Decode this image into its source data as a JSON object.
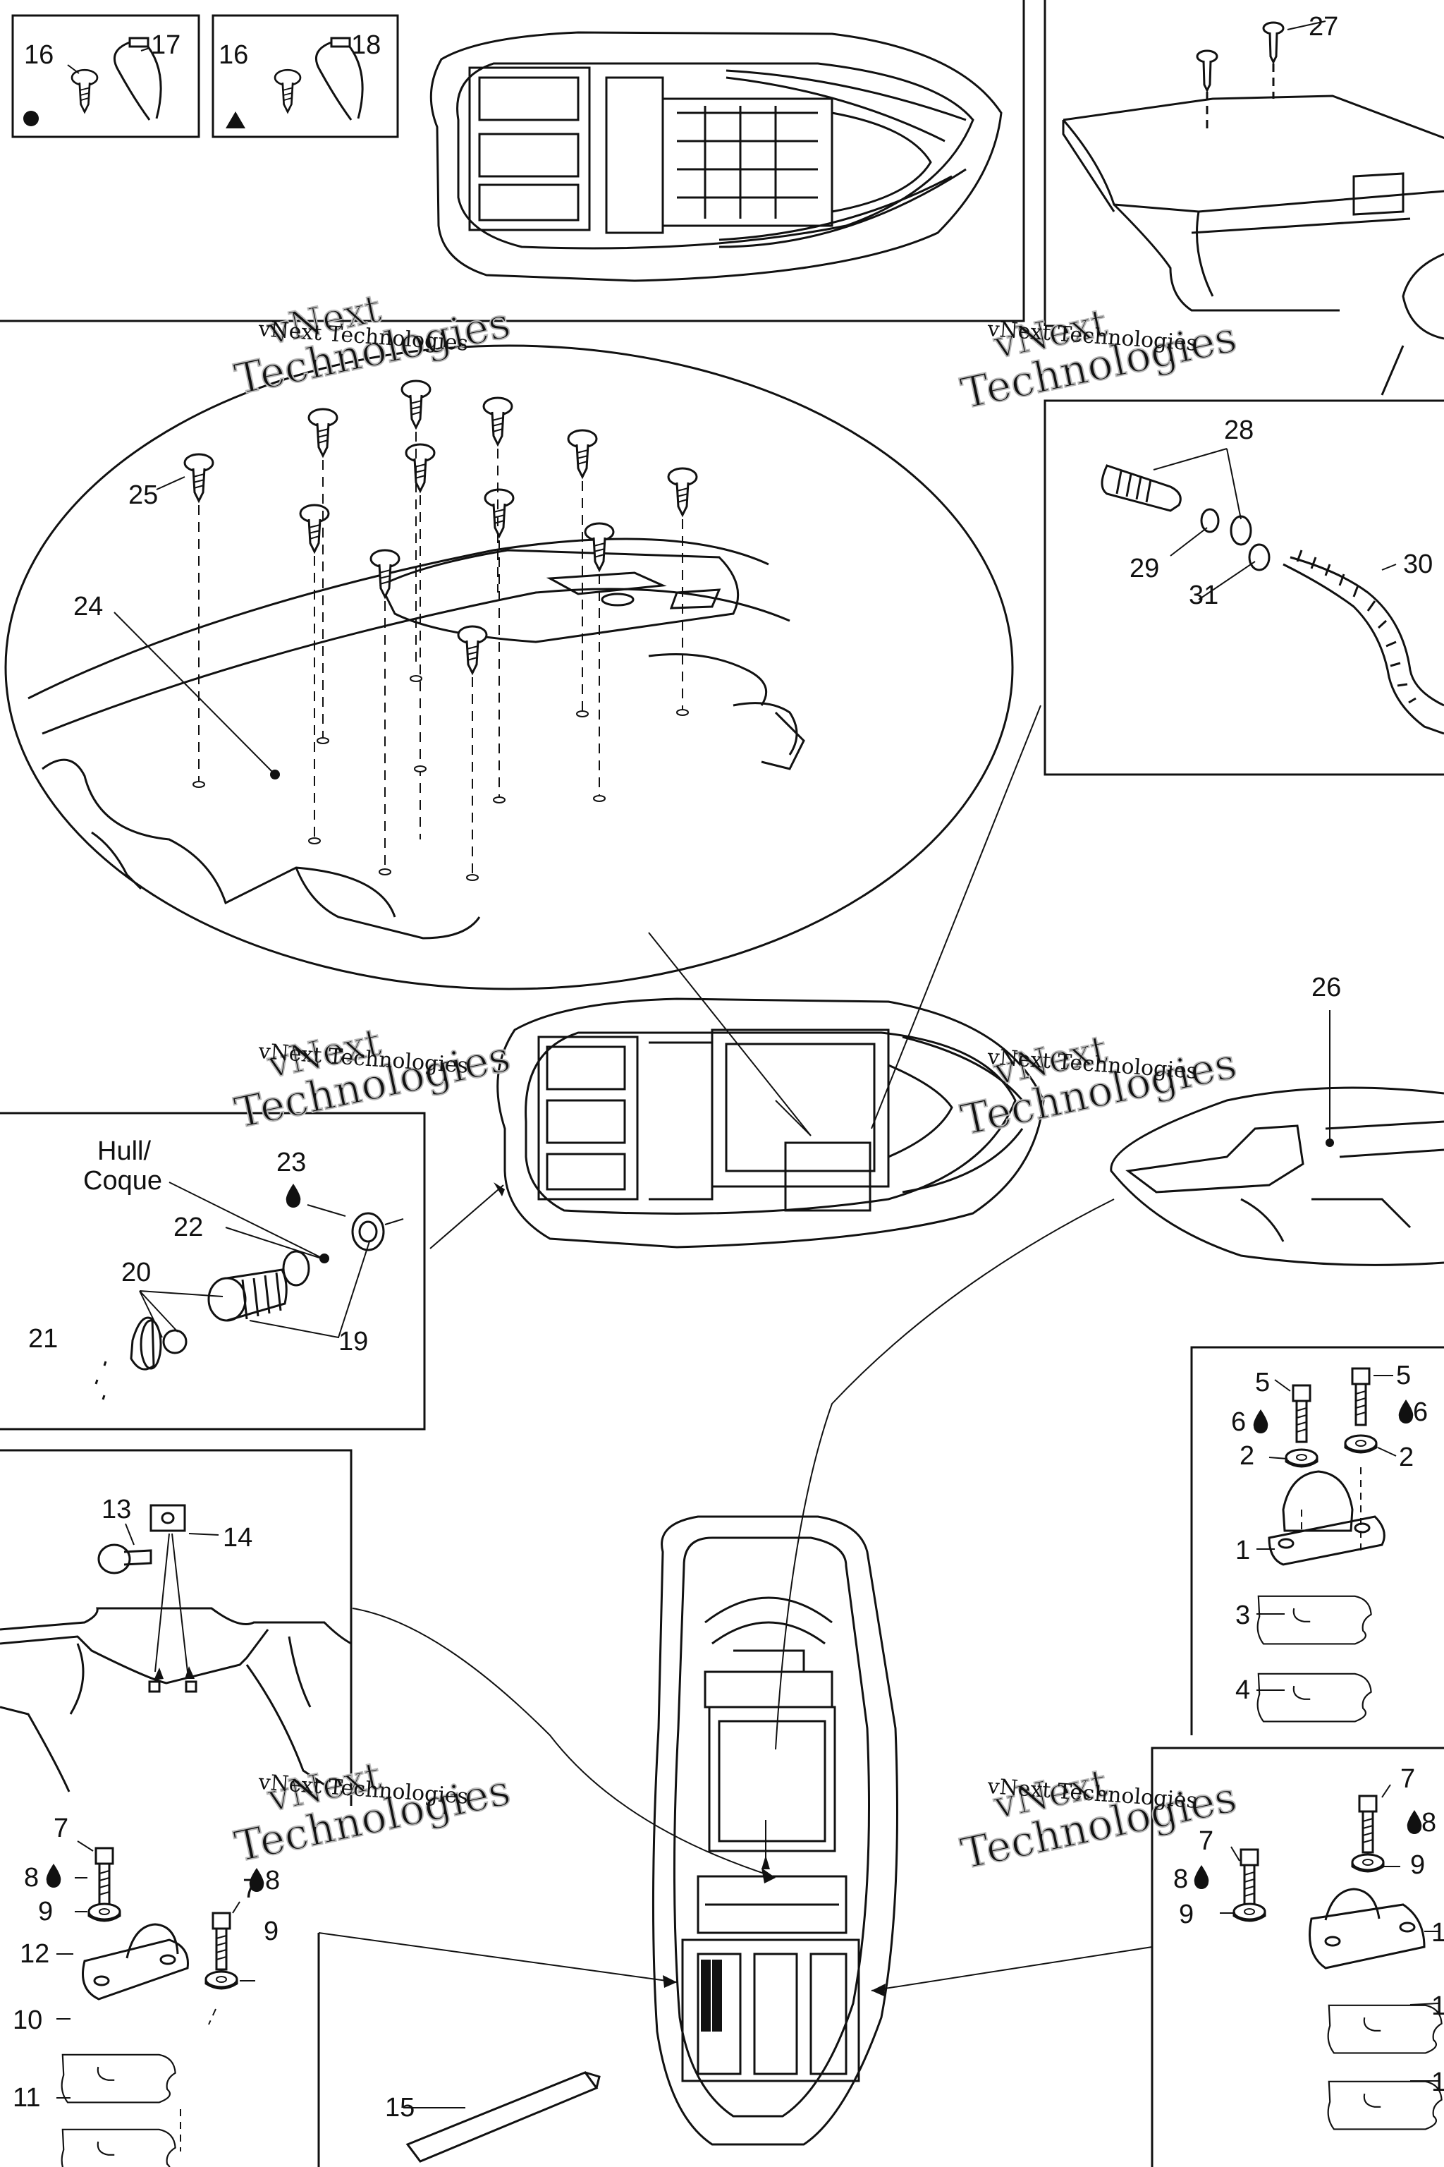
{
  "callouts": {
    "c1": "1",
    "c2": "2",
    "c3": "3",
    "c4": "4",
    "c5": "5",
    "c6": "6",
    "c7": "7",
    "c8": "8",
    "c9": "9",
    "c10": "10",
    "c11": "11",
    "c12": "12",
    "c13": "13",
    "c14": "14",
    "c15": "15",
    "c16": "16",
    "c17": "17",
    "c18": "18",
    "c19": "19",
    "c20": "20",
    "c21": "21",
    "c22": "22",
    "c23": "23",
    "c24": "24",
    "c25": "25",
    "c26": "26",
    "c27": "27",
    "c28": "28",
    "c29": "29",
    "c30": "30",
    "c31": "31"
  },
  "hull_label_line1": "Hull/",
  "hull_label_line2": "Coque",
  "watermark": {
    "line1": "vNext",
    "line2": "Technologies",
    "caption": "vNext Technologies"
  },
  "colors": {
    "line": "#111111",
    "background": "#ffffff",
    "watermark": "#b8b8b8"
  }
}
